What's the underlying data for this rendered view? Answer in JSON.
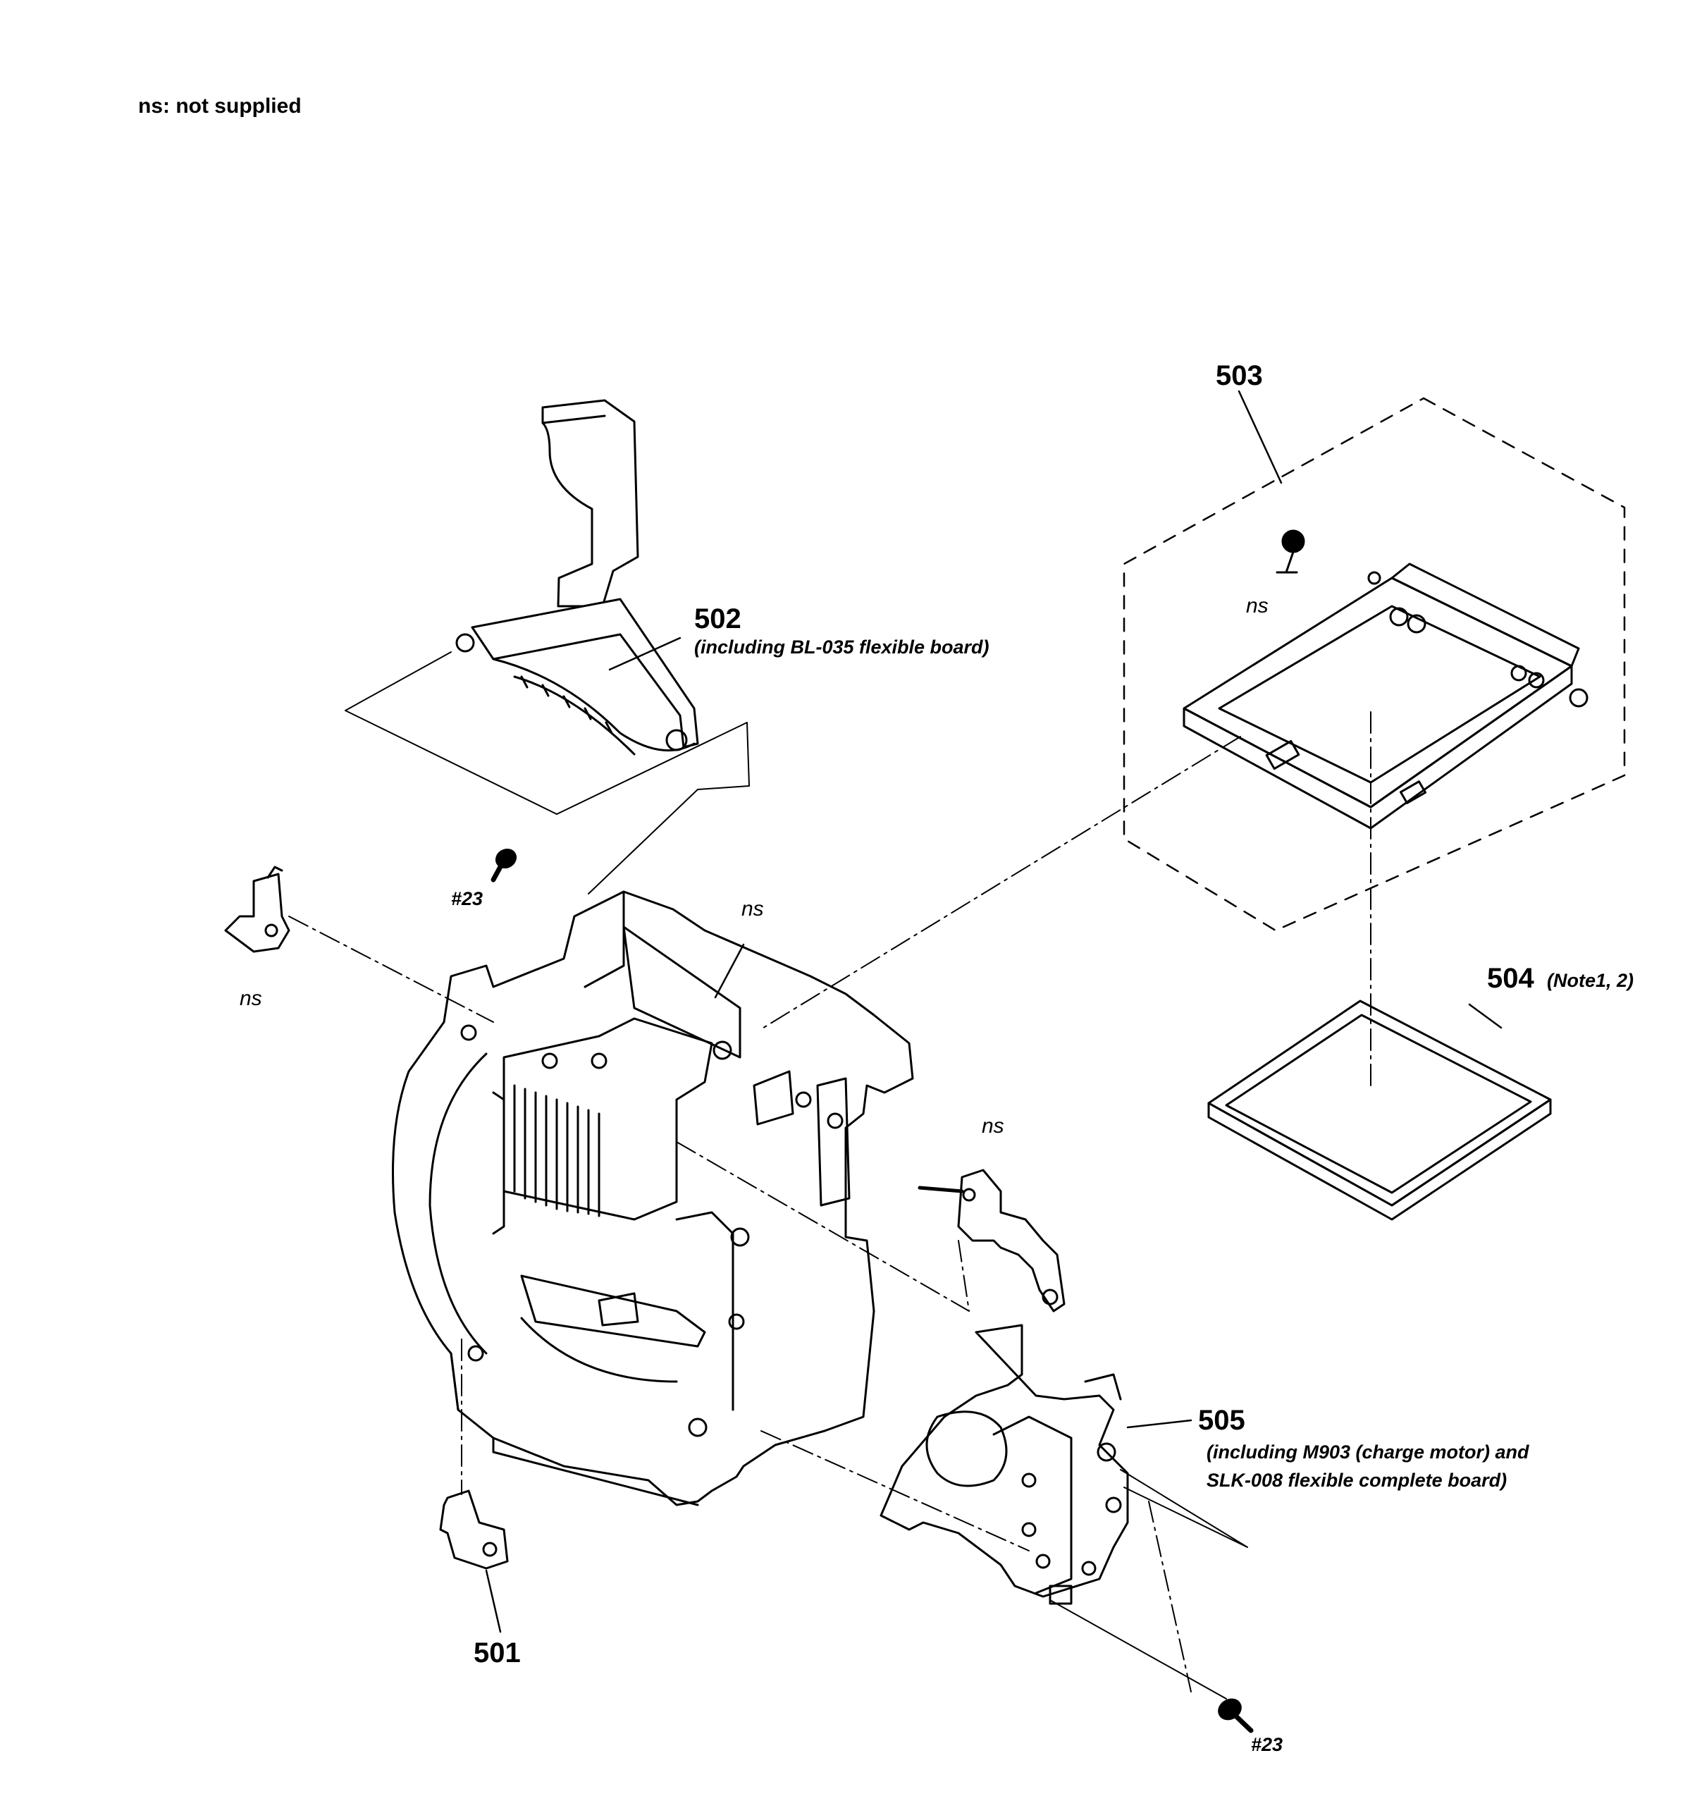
{
  "legend": "ns: not supplied",
  "parts": {
    "p501": {
      "num": "501"
    },
    "p502": {
      "num": "502",
      "desc": "(including BL-035 flexible board)"
    },
    "p503": {
      "num": "503"
    },
    "p504": {
      "num": "504",
      "note": "(Note1, 2)"
    },
    "p505": {
      "num": "505",
      "desc1": "(including M903 (charge motor) and",
      "desc2": "SLK-008 flexible complete board)"
    }
  },
  "ns_label": "ns",
  "screw_label": "#23"
}
